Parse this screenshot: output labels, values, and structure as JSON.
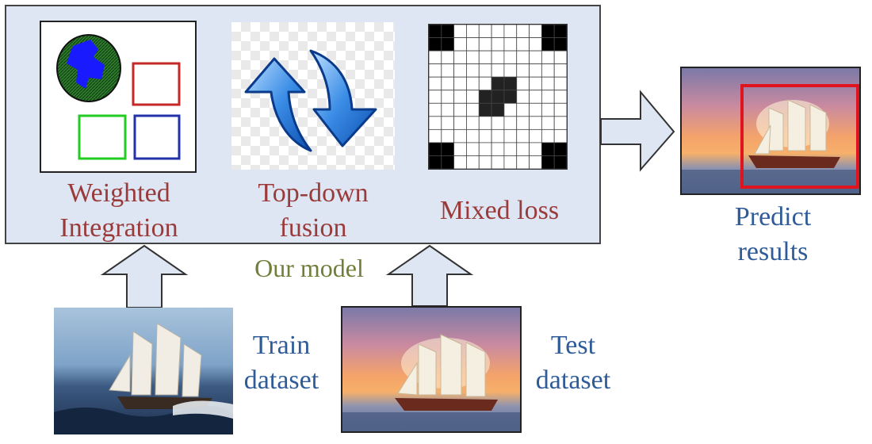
{
  "model": {
    "caption": "Our model",
    "modules": [
      {
        "label_line1": "Weighted",
        "label_line2": "Integration"
      },
      {
        "label_line1": "Top-down",
        "label_line2": "fusion"
      },
      {
        "label": "Mixed loss"
      }
    ]
  },
  "output": {
    "label_line1": "Predict",
    "label_line2": "results"
  },
  "inputs": {
    "train": {
      "label_line1": "Train",
      "label_line2": "dataset"
    },
    "test": {
      "label_line1": "Test",
      "label_line2": "dataset"
    }
  },
  "colors": {
    "model_bg": "#dde6f2",
    "module_label": "#9a3b3b",
    "io_label": "#2f5c98",
    "caption": "#6f7f3a",
    "detection_box": "#e0141e"
  },
  "icons": [
    "globe-icon",
    "red-square-icon",
    "green-square-icon",
    "blue-square-icon",
    "cycle-arrows-icon",
    "grid-mask-icon",
    "ship-photo",
    "bounding-box"
  ]
}
